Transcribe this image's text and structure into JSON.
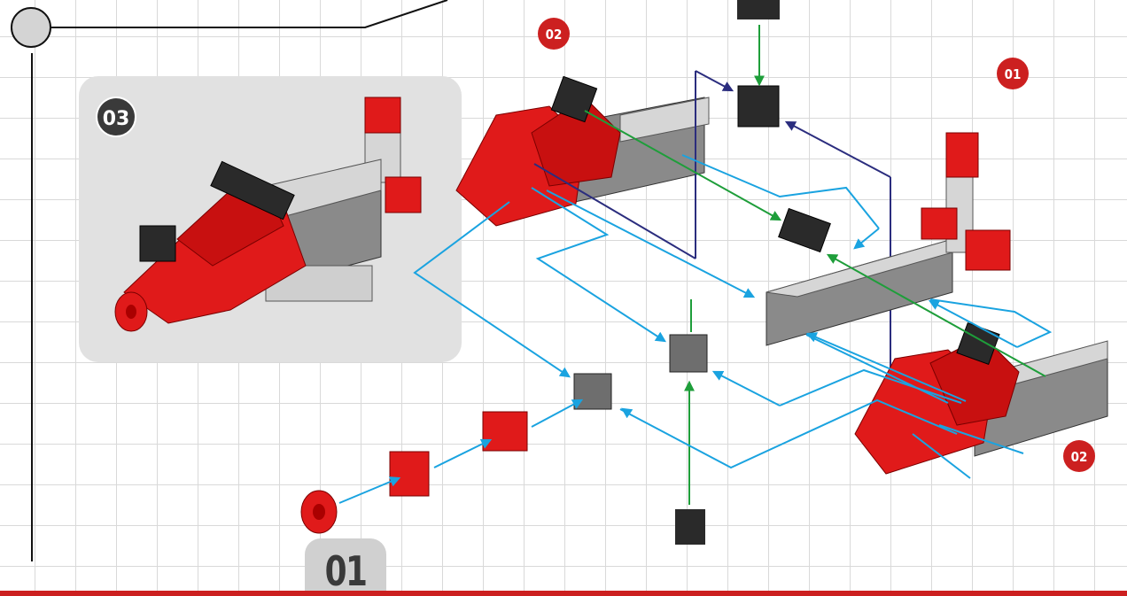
{
  "step": {
    "main_number": "01",
    "subassembly_number": "03",
    "callouts": [
      "02",
      "01",
      "02"
    ]
  },
  "colors": {
    "part_red": "#e01a1a",
    "part_gray": "#8a8a8a",
    "part_light_gray": "#d6d6d6",
    "part_black": "#2a2a2a",
    "arrow_cyan": "#1aa3e0",
    "arrow_green": "#1e9e3a",
    "arrow_navy": "#2b2d7e",
    "badge_red": "#cc2020",
    "panel_gray": "#e1e1e1"
  },
  "icons": [
    "step-marker-circle",
    "assembly-preview-panel"
  ]
}
